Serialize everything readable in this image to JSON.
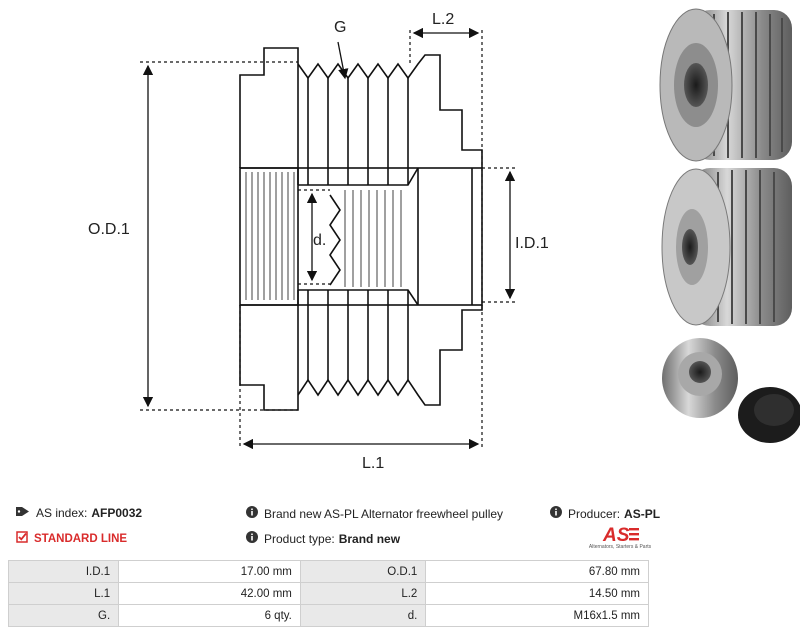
{
  "drawing": {
    "od_label": "O.D.1",
    "id_label": "I.D.1",
    "l1_label": "L.1",
    "l2_label": "L.2",
    "g_label": "G",
    "d_label": "d."
  },
  "info": {
    "as_index_label": "AS index:",
    "as_index_value": "AFP0032",
    "description": "Brand new AS-PL Alternator freewheel pulley",
    "producer_label": "Producer:",
    "producer_value": "AS-PL",
    "standard_line": "STANDARD LINE",
    "product_type_label": "Product type:",
    "product_type_value": "Brand new",
    "logo_text": "AS",
    "logo_subtext": "Alternators, Starters & Parts"
  },
  "specs": [
    {
      "k1": "I.D.1",
      "v1": "17.00 mm",
      "k2": "O.D.1",
      "v2": "67.80 mm"
    },
    {
      "k1": "L.1",
      "v1": "42.00 mm",
      "k2": "L.2",
      "v2": "14.50 mm"
    },
    {
      "k1": "G.",
      "v1": "6 qty.",
      "k2": "d.",
      "v2": "M16x1.5 mm"
    }
  ],
  "colors": {
    "accent_red": "#d92b2b",
    "table_key_bg": "#e9e9e9",
    "metal": "#9a9a9a"
  },
  "icons": [
    "tag-icon",
    "info-icon",
    "checkbox-icon"
  ]
}
